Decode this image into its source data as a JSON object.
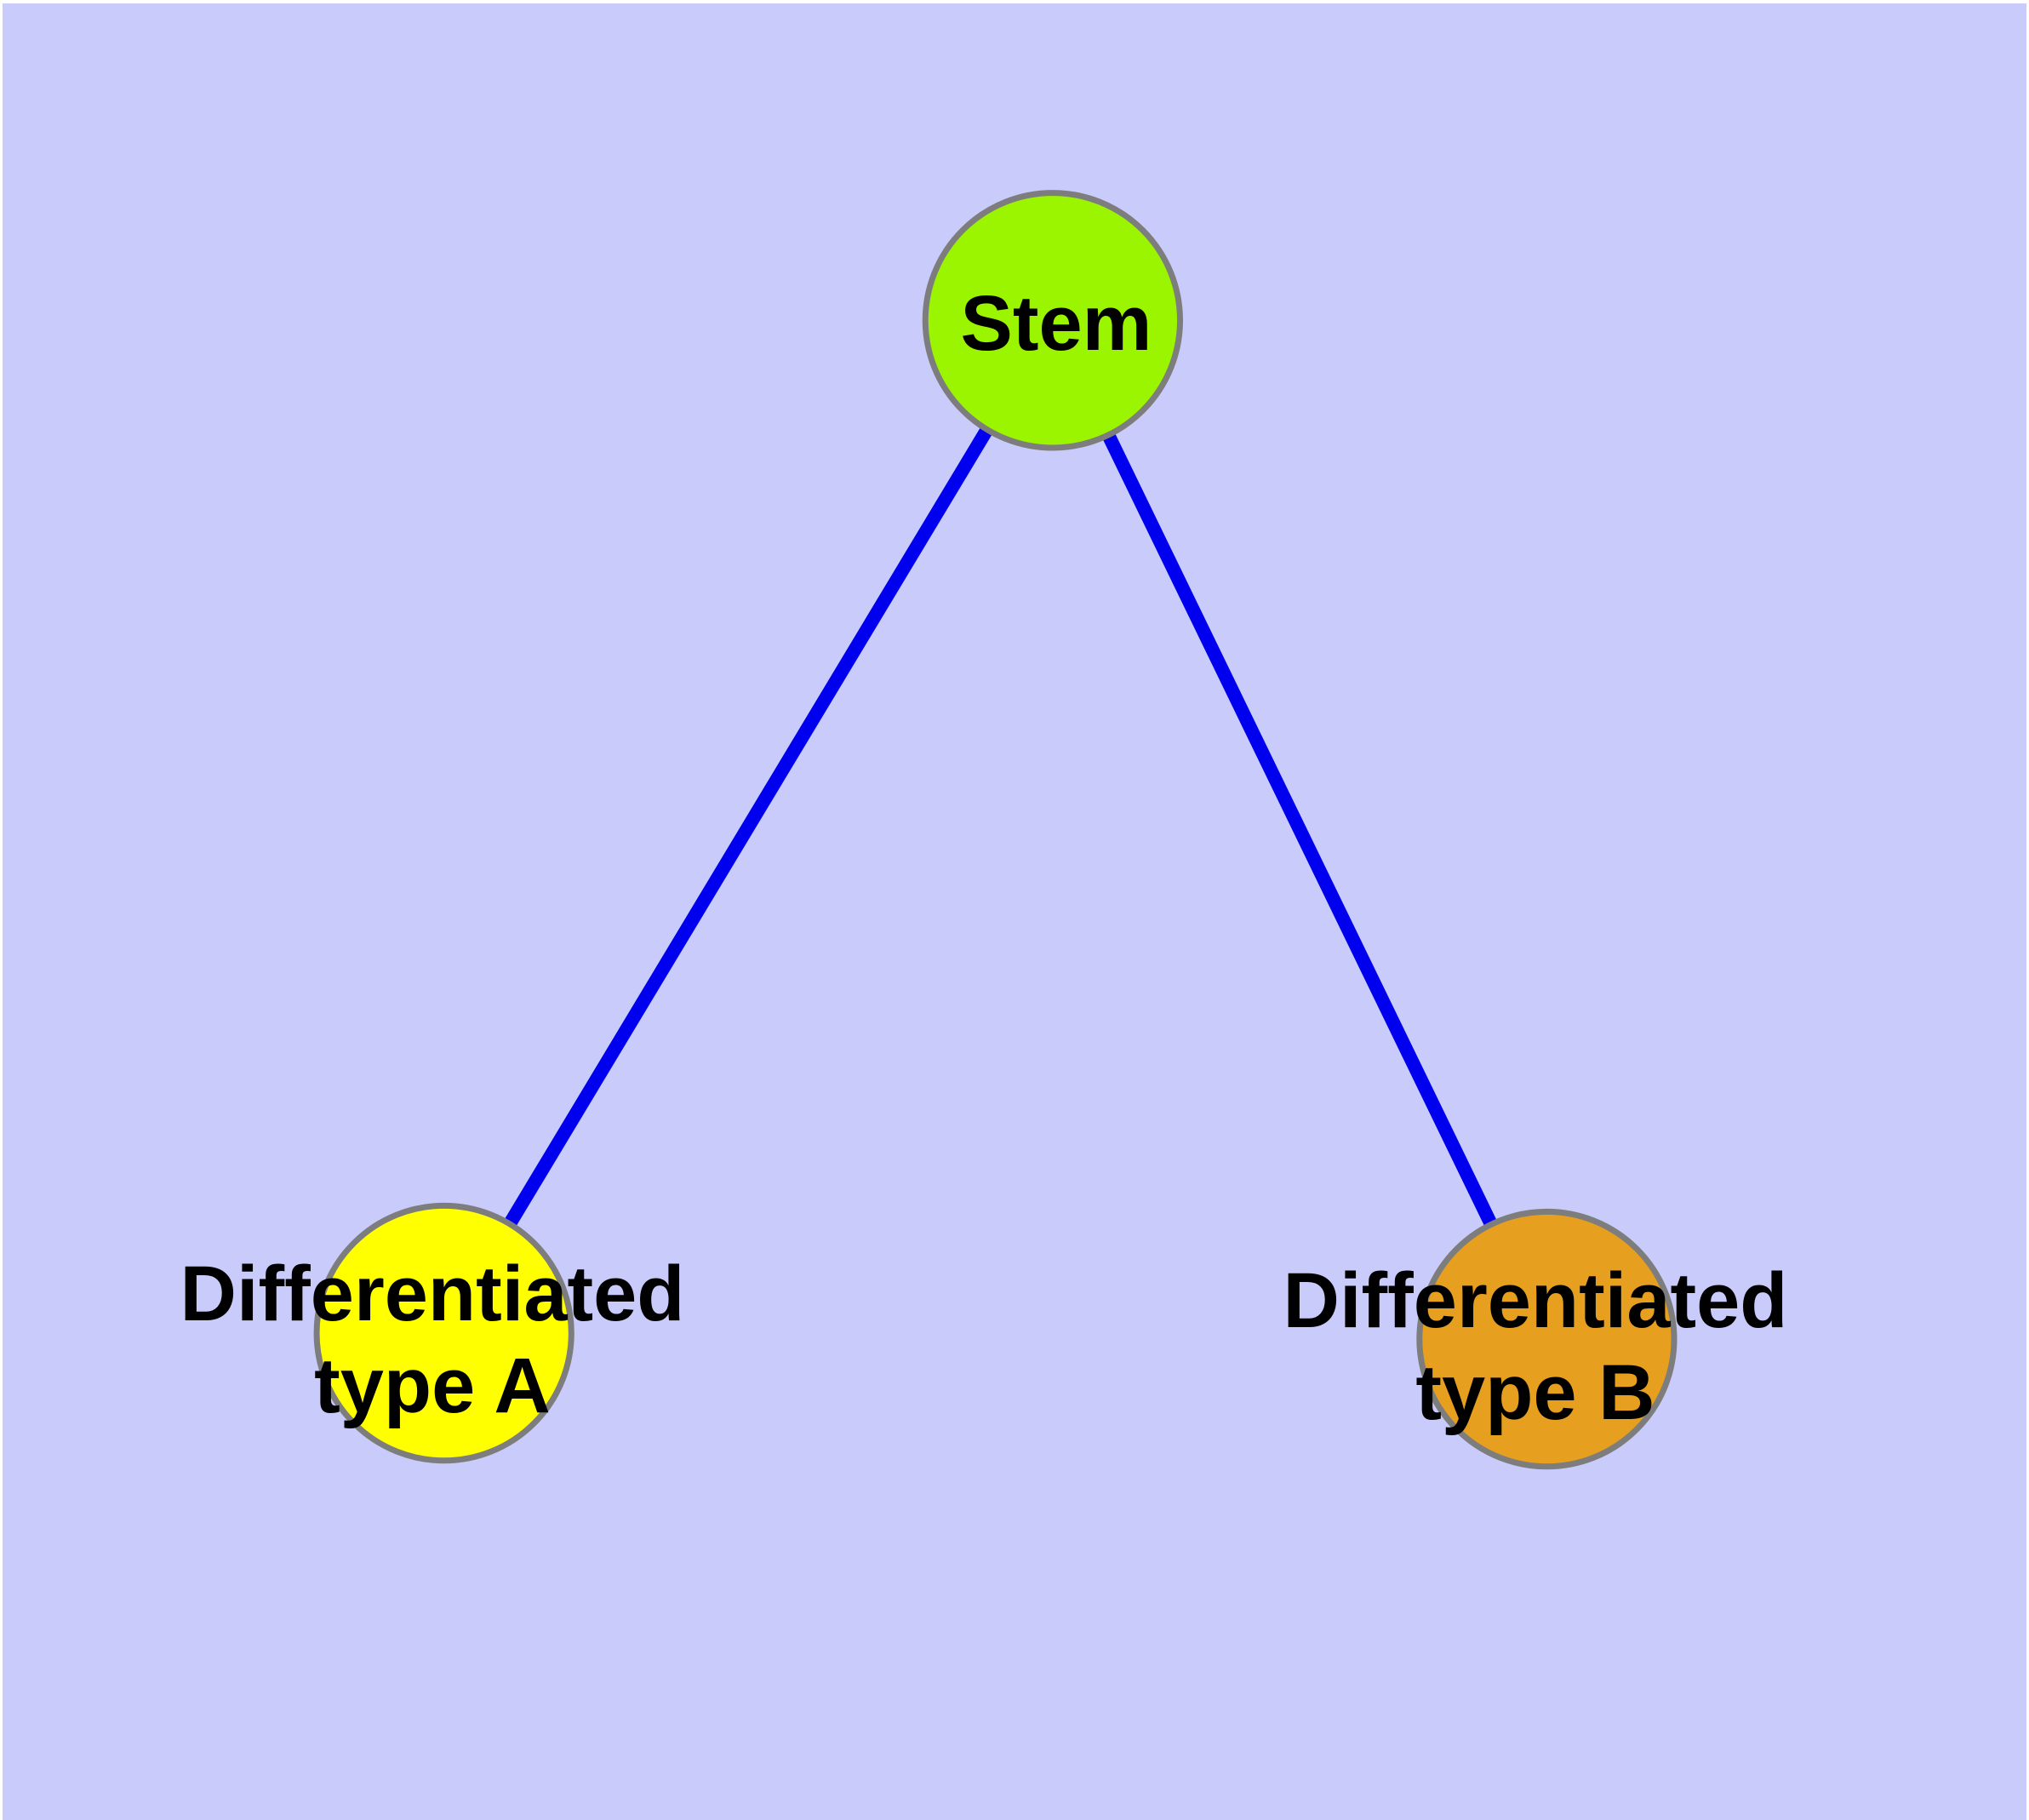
{
  "figure": {
    "background_color": "#C9CCFB",
    "frame_color": "#FFFFFF",
    "edge_color": "#0000EE",
    "node_border_color": "#7D7D7D",
    "text_color": "#000000",
    "nodes": {
      "stem": {
        "label": "Stem",
        "color": "#9BF500"
      },
      "type_a": {
        "label_line1": "Differentiated",
        "label_line2": "type A",
        "color": "#FFFF00"
      },
      "type_b": {
        "label_line1": "Differentiated",
        "label_line2": "type B",
        "color": "#E69F1E"
      }
    },
    "edges": [
      {
        "from": "Stem",
        "to": "Differentiated type A"
      },
      {
        "from": "Stem",
        "to": "Differentiated type B"
      }
    ]
  }
}
